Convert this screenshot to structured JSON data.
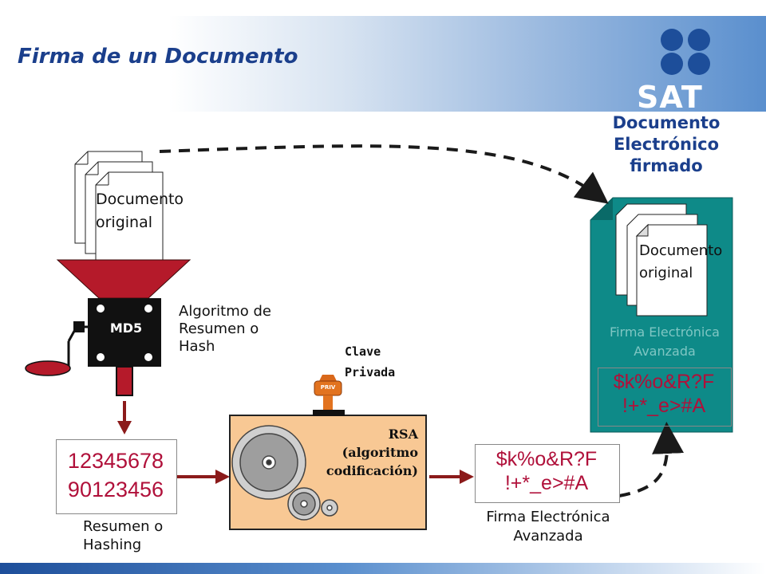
{
  "header": {
    "title": "Firma de un Documento",
    "logo_text": "SAT"
  },
  "diagram": {
    "signed_document_title": "Documento Electrónico firmado",
    "original_document_label_1": "Documento",
    "original_document_label_2": "original",
    "md5_label": "MD5",
    "algorithm_label_1": "Algoritmo de",
    "algorithm_label_2": "Resumen o",
    "algorithm_label_3": "Hash",
    "private_key_label_1": "Clave",
    "private_key_label_2": "Privada",
    "lock_label": "PRIV",
    "rsa_label_1": "RSA",
    "rsa_label_2": "(algoritmo",
    "rsa_label_3": "codificación)",
    "hash_value_1": "12345678",
    "hash_value_2": "90123456",
    "hash_caption_1": "Resumen o",
    "hash_caption_2": "Hashing",
    "signature_value_1": "$k%o&R?F",
    "signature_value_2": "!+*_e>#A",
    "signature_caption_1": "Firma Electrónica",
    "signature_caption_2": "Avanzada"
  },
  "colors": {
    "title_blue": "#1b3f8c",
    "funnel_red": "#b51a2a",
    "arrow_red": "#8b1a1a",
    "teal_document": "#0e8a88",
    "machine_fill": "#f8c894",
    "hash_text": "#b0103a"
  }
}
